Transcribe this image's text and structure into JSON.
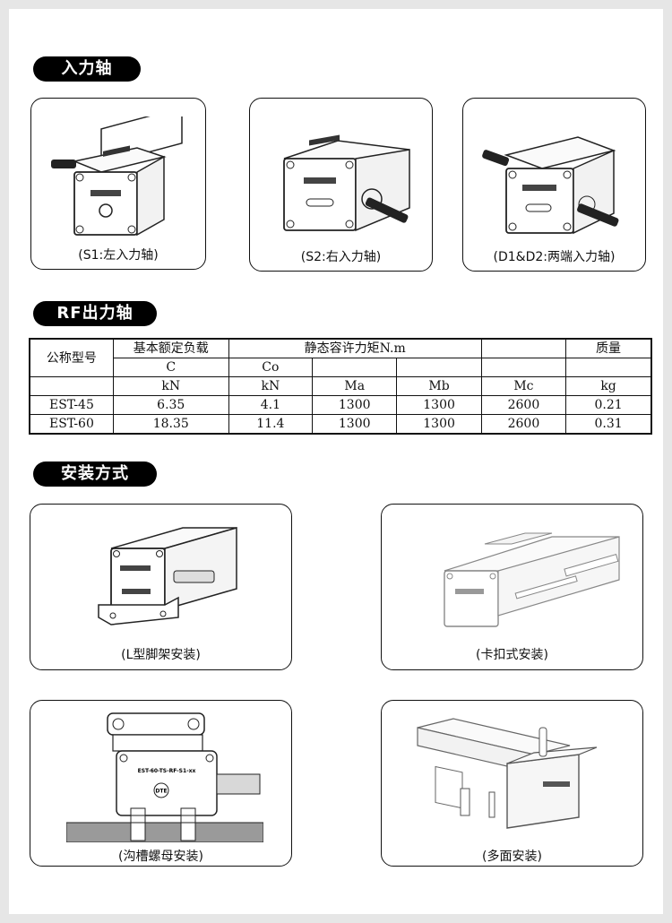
{
  "sections": {
    "input_shaft": "入力轴",
    "rf_output": "RF出力轴",
    "mounting": "安装方式"
  },
  "input_cards": [
    {
      "caption": "(S1:左入力轴)"
    },
    {
      "caption": "(S2:右入力轴)"
    },
    {
      "caption": "(D1&D2:两端入力轴)"
    }
  ],
  "spec_table": {
    "model_header": "公称型号",
    "basic_load": "基本额定负载",
    "static_moment": "静态容许力矩N.m",
    "mass": "质量",
    "c": "C",
    "co": "Co",
    "units": {
      "c": "kN",
      "co": "kN",
      "ma": "Ma",
      "mb": "Mb",
      "mc": "Mc",
      "mass": "kg"
    },
    "rows": [
      {
        "model": "EST-45",
        "c": "6.35",
        "co": "4.1",
        "ma": "1300",
        "mb": "1300",
        "mc": "2600",
        "mass": "0.21"
      },
      {
        "model": "EST-60",
        "c": "18.35",
        "co": "11.4",
        "ma": "1300",
        "mb": "1300",
        "mc": "2600",
        "mass": "0.31"
      }
    ]
  },
  "mount_cards": [
    {
      "caption": "(L型脚架安装)"
    },
    {
      "caption": "(卡扣式安装)"
    },
    {
      "caption": "(沟槽螺母安装)"
    },
    {
      "caption": "(多面安装)"
    }
  ],
  "drawing_label": "EST-60-TS-RF-S1-xx",
  "nut_mark": "DTE",
  "colors": {
    "accent": "#000000",
    "page_bg": "#e6e6e6",
    "rail": "#9a9a9a"
  }
}
